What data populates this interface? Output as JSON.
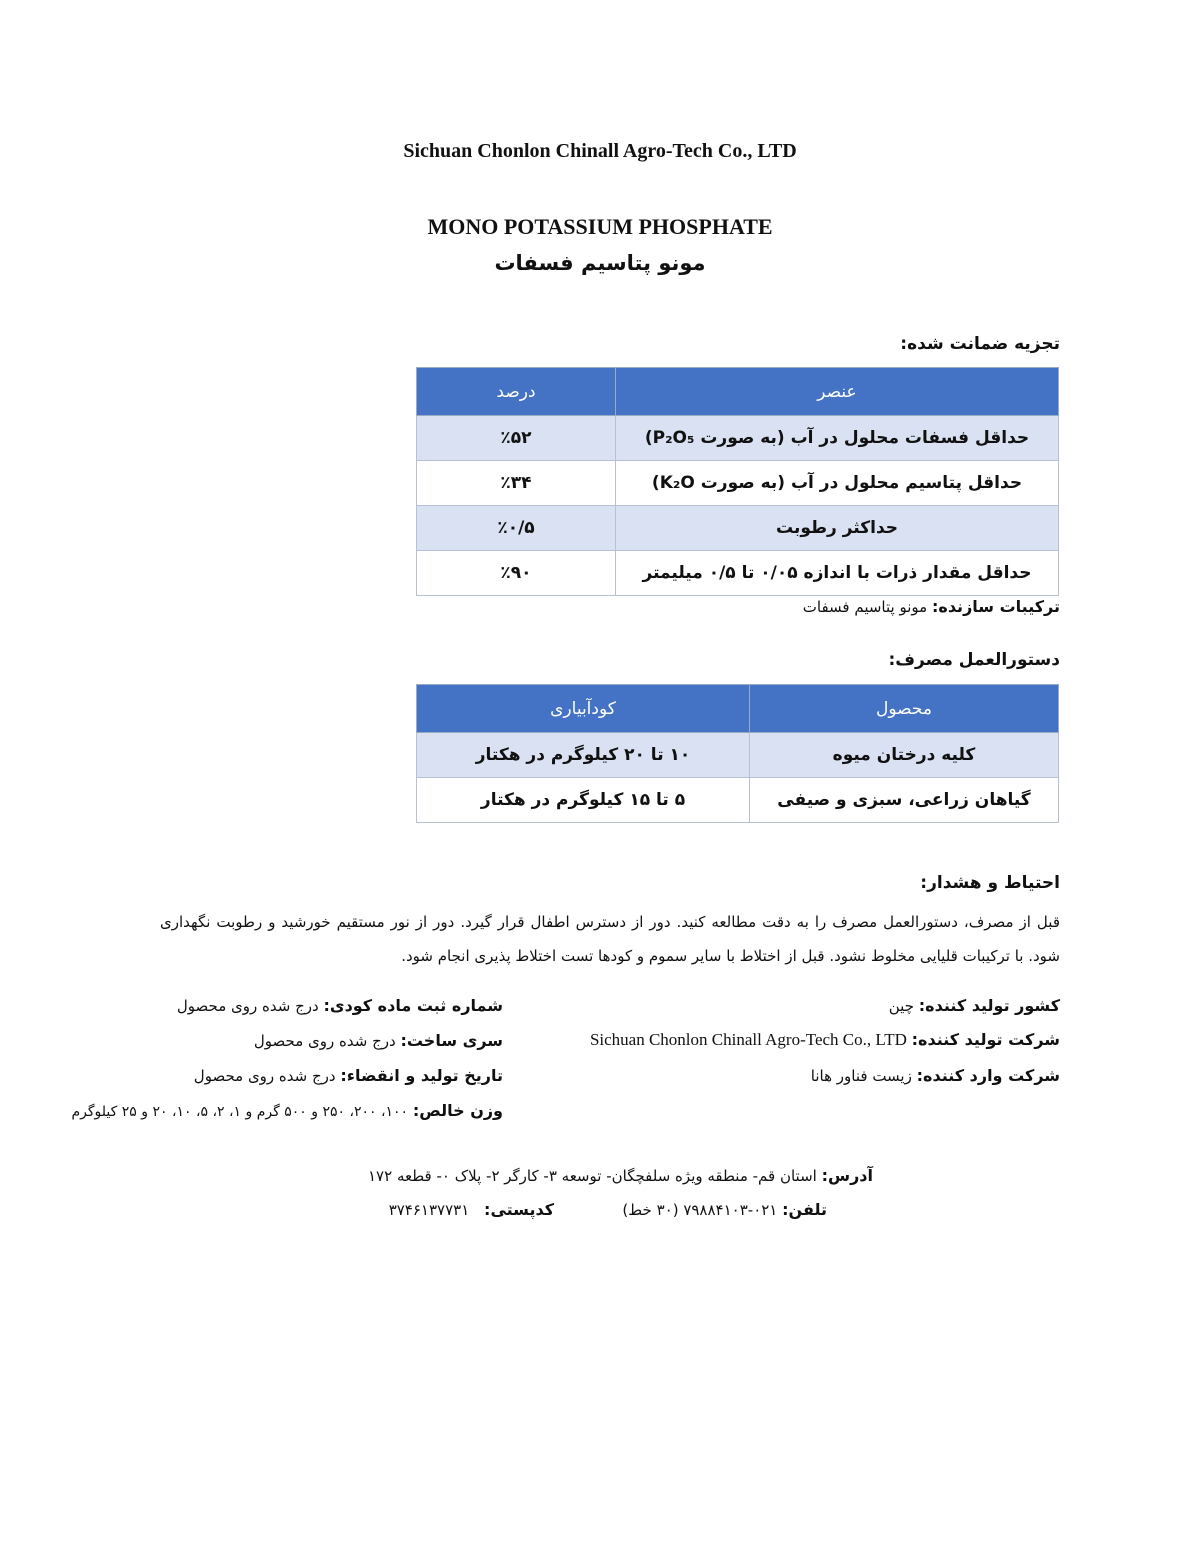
{
  "header": {
    "company": "Sichuan Chonlon Chinall Agro-Tech Co., LTD",
    "product_en": "MONO POTASSIUM PHOSPHATE",
    "product_fa": "مونو پتاسیم فسفات"
  },
  "analysis": {
    "title": "تجزیه ضمانت شده:",
    "col_element": "عنصر",
    "col_percent": "درصد",
    "rows": [
      {
        "element": "حداقل فسفات محلول در آب (به صورت P₂O₅)",
        "percent": "٪۵۲"
      },
      {
        "element": "حداقل پتاسیم محلول در آب (به صورت K₂O)",
        "percent": "٪۳۴"
      },
      {
        "element": "حداکثر رطوبت",
        "percent": "٪۰/۵"
      },
      {
        "element": "حداقل مقدار ذرات با اندازه ۰/۰۵ تا ۰/۵ میلیمتر",
        "percent": "٪۹۰"
      }
    ]
  },
  "composition": {
    "label": "ترکیبات سازنده:",
    "value": "مونو پتاسیم فسفات"
  },
  "usage": {
    "title": "دستورالعمل مصرف:",
    "col_product": "محصول",
    "col_fertigation": "کودآبیاری",
    "rows": [
      {
        "product": "کلیه درختان میوه",
        "fertigation": "۱۰ تا ۲۰ کیلوگرم در هکتار"
      },
      {
        "product": "گیاهان زراعی، سبزی و صیفی",
        "fertigation": "۵ تا ۱۵ کیلوگرم در هکتار"
      }
    ]
  },
  "warning": {
    "title": "احتیاط و هشدار:",
    "text": "قبل از مصرف، دستورالعمل مصرف را به دقت مطالعه کنید. دور از دسترس اطفال قرار گیرد. دور از نور مستقیم خورشید و رطوبت نگهداری شود. با ترکیبات قلیایی مخلوط نشود. قبل از اختلاط با سایر سموم و کودها تست اختلاط پذیری انجام شود."
  },
  "info_right": {
    "country_label": "کشور تولید کننده:",
    "country_value": "چین",
    "manufacturer_label": "شرکت تولید کننده:",
    "manufacturer_value": "Sichuan Chonlon Chinall Agro-Tech Co., LTD",
    "importer_label": "شرکت وارد کننده:",
    "importer_value": "زیست فناور هانا"
  },
  "info_left": {
    "registration_label": "شماره ثبت ماده کودی:",
    "registration_value": "درج شده روی محصول",
    "batch_label": "سری ساخت:",
    "batch_value": "درج شده روی محصول",
    "dates_label": "تاریخ تولید و انقضاء:",
    "dates_value": "درج شده روی محصول",
    "weight_label": "وزن خالص:",
    "weight_value": "۱۰۰، ۲۰۰، ۲۵۰ و ۵۰۰ گرم و ۱، ۲، ۵، ۱۰، ۲۰ و ۲۵ کیلوگرم"
  },
  "footer": {
    "address_label": "آدرس:",
    "address_value": "استان قم- منطقه ویژه سلفچگان- توسعه ۳- کارگر ۲- پلاک ۰- قطعه ۱۷۲",
    "phone_label": "تلفن:",
    "phone_value": "۰۲۱-۷۹۸۸۴۱۰۳ (۳۰ خط)",
    "postal_label": "کدپستی:",
    "postal_value": "۳۷۴۶۱۳۷۷۳۱"
  }
}
